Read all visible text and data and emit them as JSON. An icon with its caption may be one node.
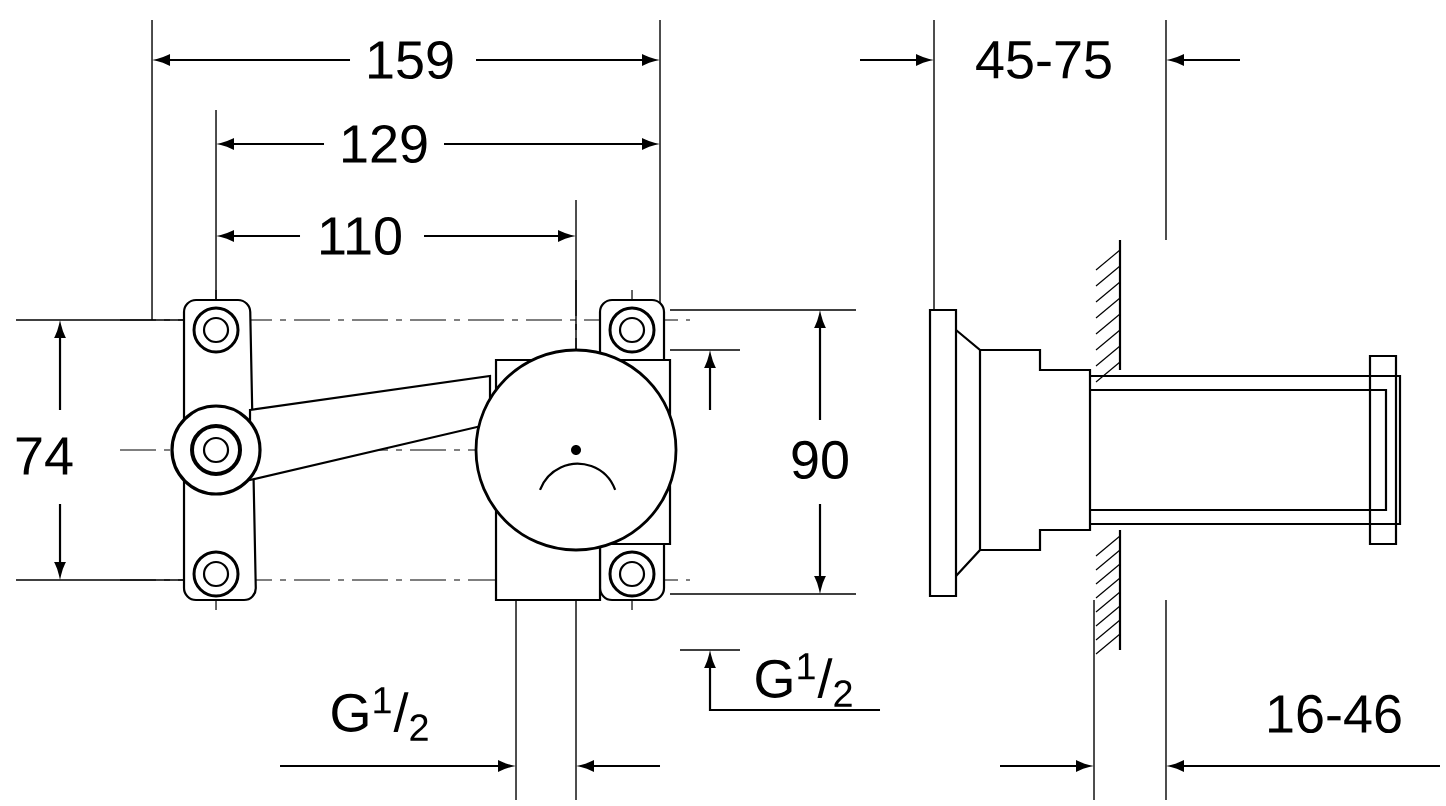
{
  "diagram": {
    "labels": [
      "159",
      "45-75",
      "129",
      "110",
      "74",
      "90",
      "G$^{1}$/$_{2}$",
      "G$^{1}$/$_{2}$",
      "16-46"
    ]
  }
}
